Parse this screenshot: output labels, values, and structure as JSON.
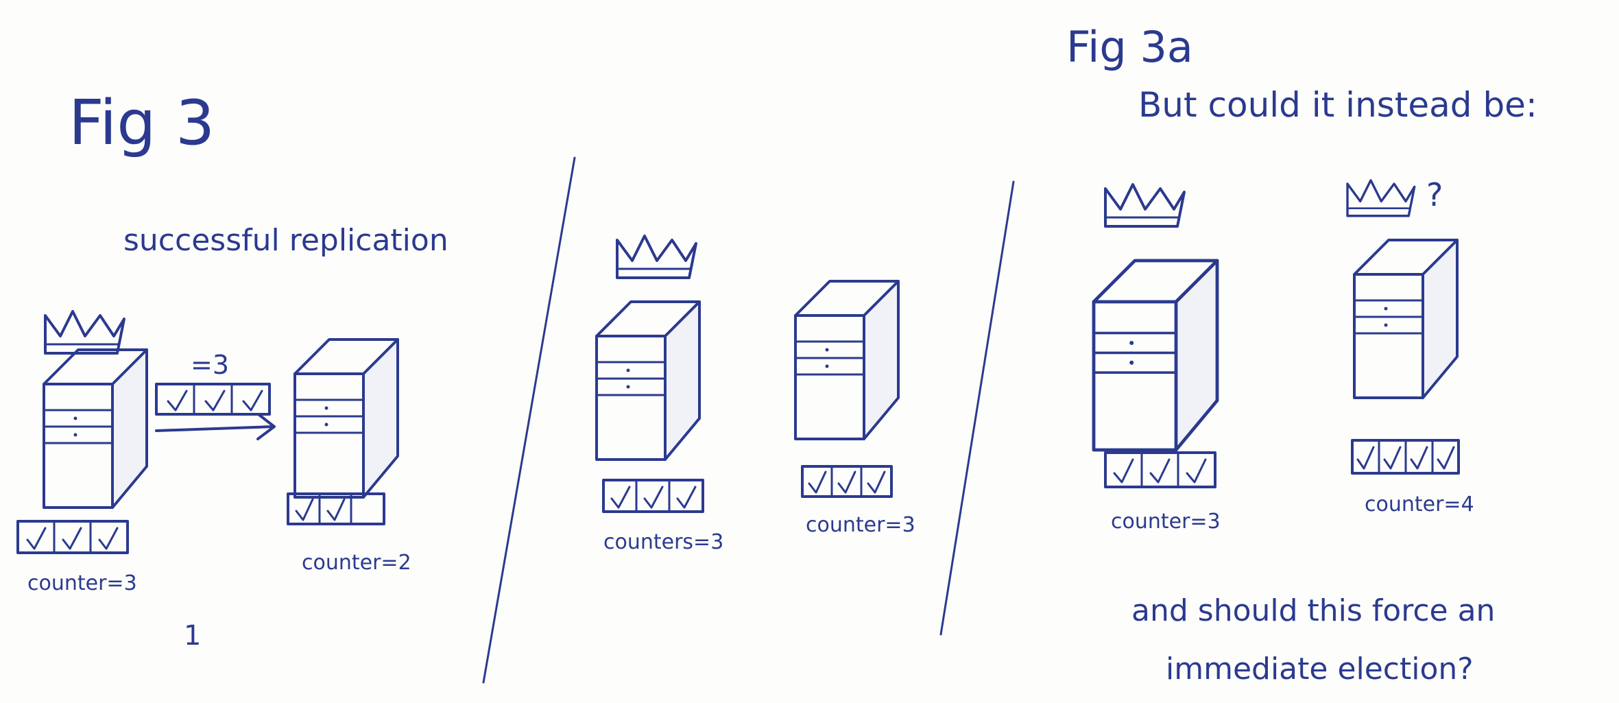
{
  "figures": {
    "fig3_title": "Fig 3",
    "fig3_subtitle": "successful replication",
    "fig3a_title": "Fig 3a",
    "fig3a_subtitle": "But could it instead be:"
  },
  "panel1": {
    "transfer_label": "=3",
    "leader_counter": "counter=3",
    "follower_counter": "counter=2",
    "step_number": "1"
  },
  "panel2": {
    "leader_counter": "counters=3",
    "follower_counter": "counter=3"
  },
  "panel3": {
    "leader_counter": "counter=3",
    "follower_counter": "counter=4",
    "question_mark": "?",
    "question_line1": "and should this force an",
    "question_line2": "immediate election?"
  },
  "colors": {
    "ink": "#2b3a8f",
    "paper": "#fdfdfb"
  }
}
